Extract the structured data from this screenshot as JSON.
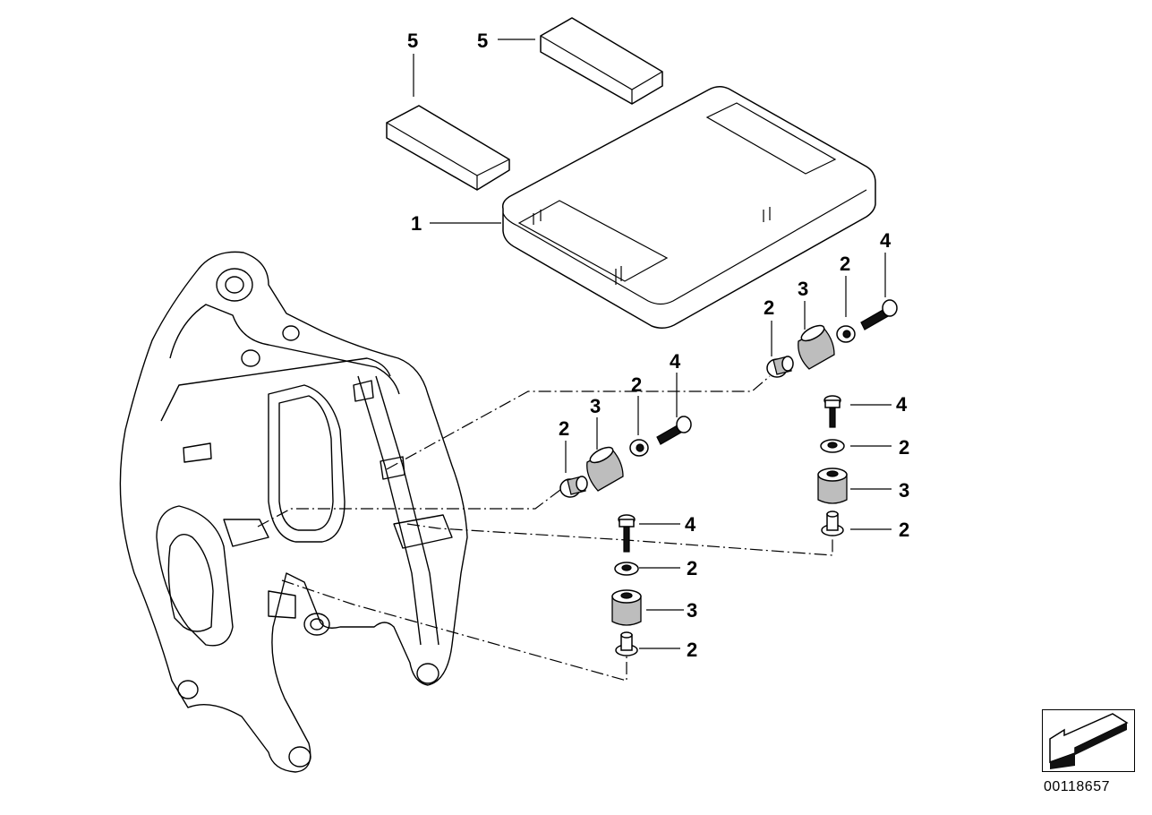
{
  "callouts": {
    "c1": "5",
    "c2": "5",
    "c3": "1",
    "c4": "4",
    "c5": "2",
    "c6": "3",
    "c7": "2",
    "c8": "4",
    "c9": "2",
    "c10": "3",
    "c11": "2",
    "c12": "4",
    "c13": "2",
    "c14": "3",
    "c15": "2",
    "c16": "4",
    "c17": "2",
    "c18": "3",
    "c19": "2"
  },
  "drawing_id": "00118657",
  "icons": {
    "navigation": "arrow-back-icon"
  }
}
